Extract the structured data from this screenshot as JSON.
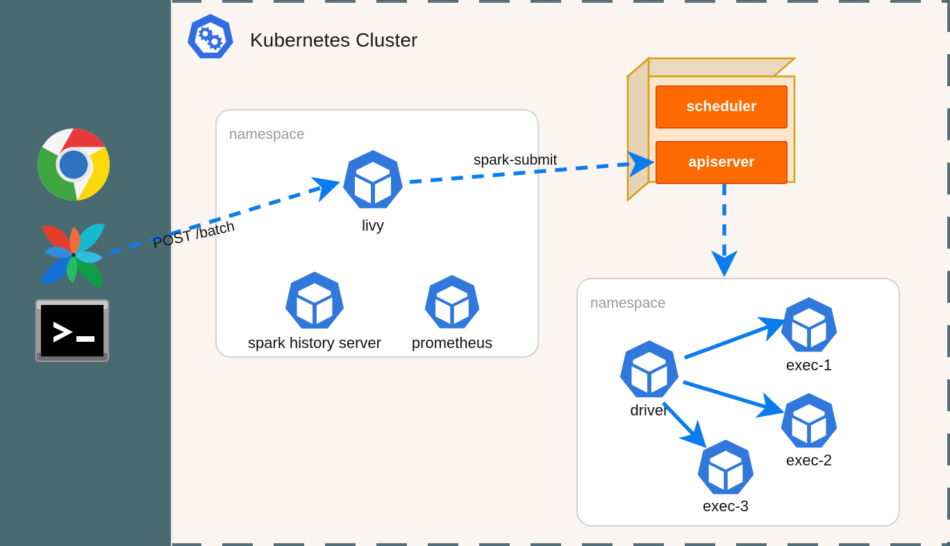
{
  "dock": {
    "name": "application-dock",
    "items": [
      {
        "id": "chrome",
        "icon": "chrome-icon",
        "label": "Google Chrome"
      },
      {
        "id": "airflow",
        "icon": "airflow-icon",
        "label": "Apache Airflow"
      },
      {
        "id": "terminal",
        "icon": "terminal-icon",
        "label": "Terminal"
      }
    ]
  },
  "canvas": {
    "title": "Kubernetes Cluster",
    "logo": "kubernetes-icon",
    "background_color": "#faf5f1",
    "dock_color": "#4a6a72"
  },
  "namespaces": [
    {
      "id": "ns-livy",
      "label": "namespace",
      "pods": [
        {
          "id": "livy",
          "label": "livy"
        },
        {
          "id": "spark-history-server",
          "label": "spark history server"
        },
        {
          "id": "prometheus",
          "label": "prometheus"
        }
      ]
    },
    {
      "id": "ns-spark",
      "label": "namespace",
      "pods": [
        {
          "id": "driver",
          "label": "driver"
        },
        {
          "id": "exec-1",
          "label": "exec-1"
        },
        {
          "id": "exec-2",
          "label": "exec-2"
        },
        {
          "id": "exec-3",
          "label": "exec-3"
        }
      ]
    }
  ],
  "control_plane": {
    "id": "control-plane",
    "components": [
      {
        "id": "scheduler",
        "label": "scheduler"
      },
      {
        "id": "apiserver",
        "label": "apiserver"
      }
    ],
    "front_color": "#fde5cc",
    "side_color": "#ebd9bf",
    "border_color": "#d4a017",
    "chip_color": "#ff6a00"
  },
  "edges": [
    {
      "id": "post-batch",
      "label": "POST /batch",
      "style": "dashed",
      "from": "airflow",
      "to": "livy"
    },
    {
      "id": "spark-submit",
      "label": "spark-submit",
      "style": "dashed",
      "from": "livy",
      "to": "apiserver"
    },
    {
      "id": "schedule-pods",
      "label": "",
      "style": "dashed",
      "from": "apiserver",
      "to": "ns-spark"
    },
    {
      "id": "driver-exec1",
      "label": "",
      "style": "solid",
      "from": "driver",
      "to": "exec-1"
    },
    {
      "id": "driver-exec2",
      "label": "",
      "style": "solid",
      "from": "driver",
      "to": "exec-2"
    },
    {
      "id": "driver-exec3",
      "label": "",
      "style": "solid",
      "from": "driver",
      "to": "exec-3"
    }
  ],
  "colors": {
    "kubernetes_blue": "#3178dc",
    "arrow_blue": "#0a7cf0",
    "orange": "#ff6a00",
    "gold": "#d4a017"
  }
}
